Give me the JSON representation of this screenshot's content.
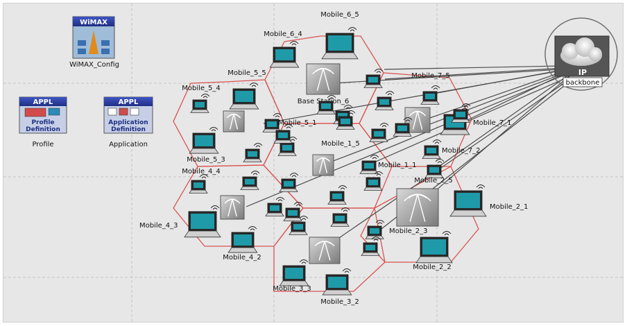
{
  "config_objects": {
    "wimax": {
      "badge": "WiMAX",
      "label": "WiMAX_Config"
    },
    "profile": {
      "badge": "APPL",
      "title_line1": "Profile",
      "title_line2": "Definition",
      "label": "Profile"
    },
    "application": {
      "badge": "APPL",
      "title_line1": "Application",
      "title_line2": "Definition",
      "label": "Application"
    }
  },
  "backbone": {
    "cloud_text": "IP",
    "label": "backbone"
  },
  "base_stations": [
    {
      "id": "bs6",
      "label": "Base Station_6"
    },
    {
      "id": "bs5",
      "label": ""
    },
    {
      "id": "bs7",
      "label": ""
    },
    {
      "id": "bs1",
      "label": ""
    },
    {
      "id": "bs4",
      "label": ""
    },
    {
      "id": "bs2",
      "label": ""
    },
    {
      "id": "bs3",
      "label": ""
    }
  ],
  "mobile_labels": [
    "Mobile_6_5",
    "Mobile_6_4",
    "Mobile_5_5",
    "Mobile_7_5",
    "Mobile_5_4",
    "Mobile_5_1",
    "Mobile_7_1",
    "Mobile_1_5",
    "Mobile_5_3",
    "Mobile_7_2",
    "Mobile_4_4",
    "Mobile_1_1",
    "Mobile_2_5",
    "Mobile_2_1",
    "Mobile_4_3",
    "Mobile_2_3",
    "Mobile_4_2",
    "Mobile_2_2",
    "Mobile_3_3",
    "Mobile_3_2"
  ],
  "colors": {
    "workspace": "#e7e7e7",
    "grid": "#c4c4c4",
    "cell_border": "#d9534f",
    "link": "#4a4a4a",
    "device_screen": "#1f9aa8",
    "badge_blue": "#2a3e9e"
  }
}
